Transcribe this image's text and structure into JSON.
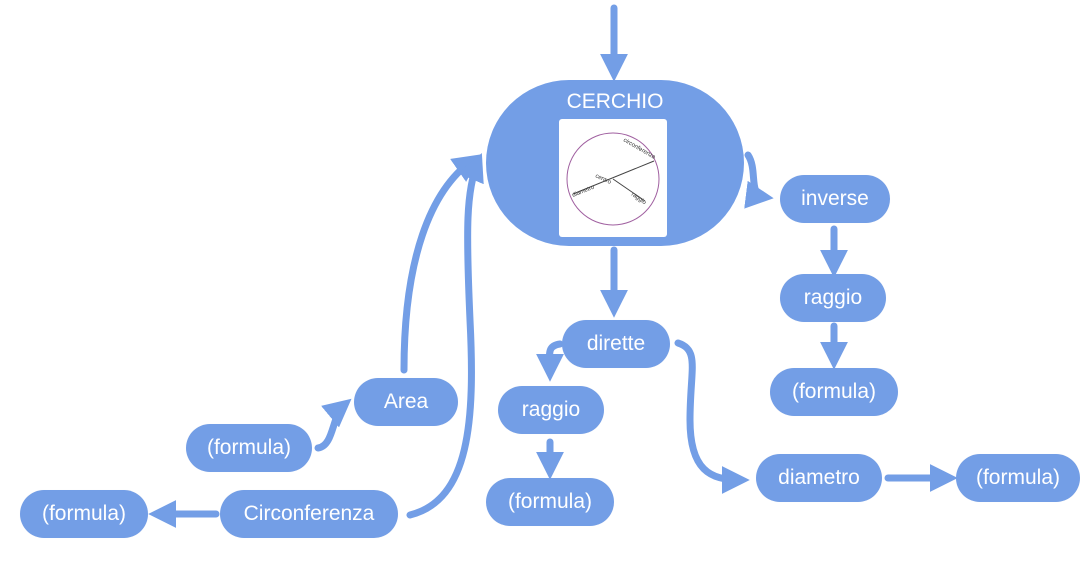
{
  "map": {
    "root": {
      "title": "CERCHIO",
      "image": {
        "labels": [
          "circonferenza",
          "centro",
          "diametro",
          "raggio"
        ]
      }
    },
    "nodes": {
      "inverse": "inverse",
      "raggio_inverse": "raggio",
      "formula_inverse": "(formula)",
      "dirette": "dirette",
      "raggio_dirette": "raggio",
      "formula_raggio_dirette": "(formula)",
      "diametro": "diametro",
      "formula_diametro": "(formula)",
      "area": "Area",
      "formula_area": "(formula)",
      "circonferenza": "Circonferenza",
      "formula_circonferenza": "(formula)"
    },
    "colors": {
      "node_fill": "#739ee6",
      "node_text": "#ffffff",
      "background": "#ffffff"
    }
  }
}
